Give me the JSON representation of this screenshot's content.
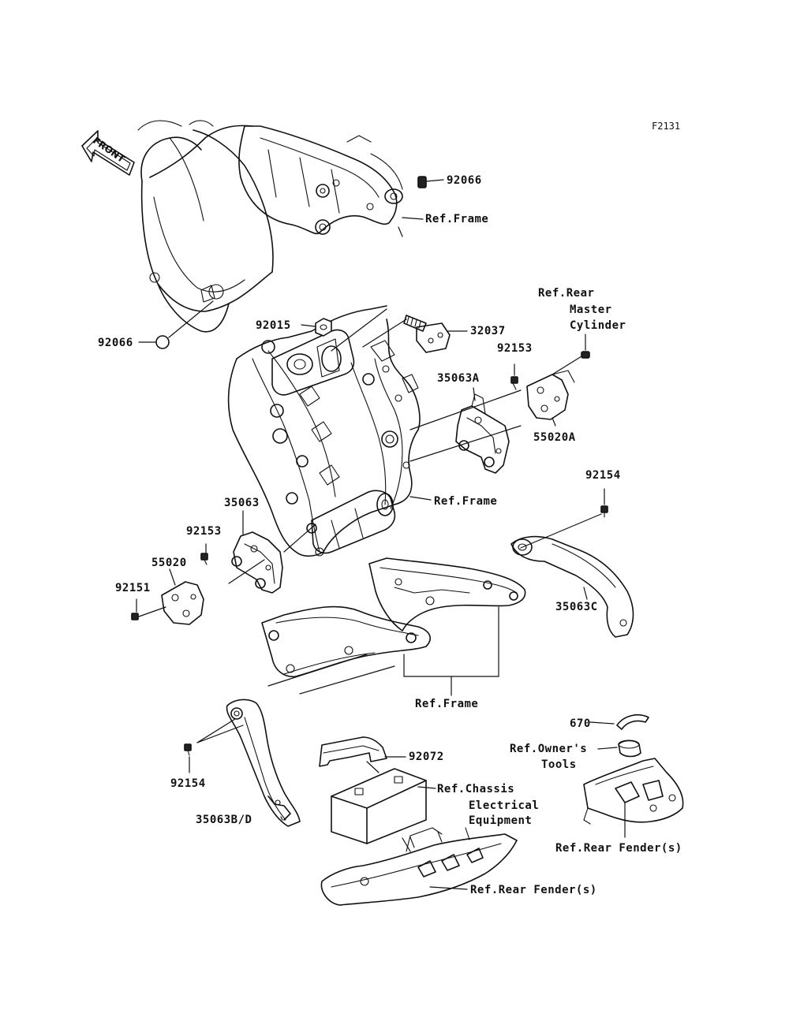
{
  "figure_code": "F2131",
  "front_arrow_label": "FRONT",
  "labels": {
    "p92066_top": "92066",
    "ref_frame_top": "Ref.Frame",
    "p92066_left": "92066",
    "p92015": "92015",
    "p32037": "32037",
    "ref_rear_master_cyl": [
      "Ref.Rear",
      "Master",
      "Cylinder"
    ],
    "p92153_right": "92153",
    "p35063A": "35063A",
    "p55020A": "55020A",
    "p92154_right": "92154",
    "ref_frame_mid": "Ref.Frame",
    "p35063": "35063",
    "p92153_left": "92153",
    "p55020": "55020",
    "p92151": "92151",
    "p35063C": "35063C",
    "ref_frame_bottom": "Ref.Frame",
    "p670": "670",
    "ref_owners_tools": [
      "Ref.Owner's",
      "Tools"
    ],
    "p92072": "92072",
    "ref_chassis_elec": [
      "Ref.Chassis",
      "Electrical",
      "Equipment"
    ],
    "p92154_left": "92154",
    "p35063BD": "35063B/D",
    "ref_rear_fender_right": "Ref.Rear Fender(s)",
    "ref_rear_fender_bottom": "Ref.Rear Fender(s)"
  }
}
